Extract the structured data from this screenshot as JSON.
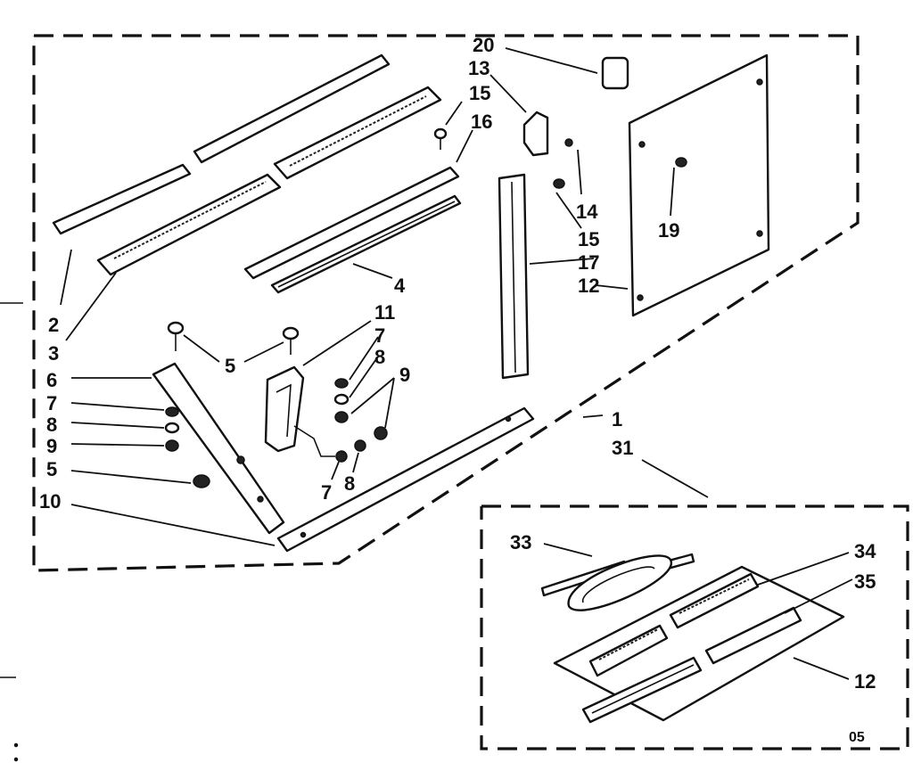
{
  "callouts": {
    "c20": "20",
    "c13": "13",
    "c15a": "15",
    "c16": "16",
    "c14": "14",
    "c15b": "15",
    "c17": "17",
    "c12a": "12",
    "c19": "19",
    "c2": "2",
    "c3": "3",
    "c4": "4",
    "c11": "11",
    "c7a": "7",
    "c8a": "8",
    "c9a": "9",
    "c5a": "5",
    "c6": "6",
    "c7b": "7",
    "c8b": "8",
    "c9b": "9",
    "c5b": "5",
    "c7c": "7",
    "c8c": "8",
    "c10": "10",
    "c1": "1",
    "c31": "31",
    "c33": "33",
    "c34": "34",
    "c35": "35",
    "c12b": "12"
  },
  "code": "05",
  "colors": {
    "ink": "#111111",
    "paper": "#ffffff"
  }
}
